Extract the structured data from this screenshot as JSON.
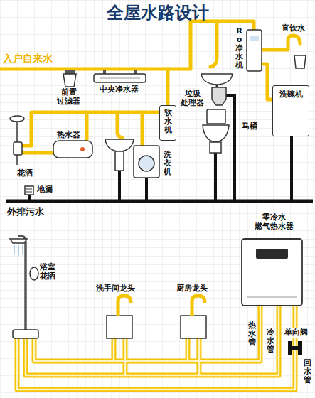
{
  "diagram": {
    "title": "全屋水路设计",
    "nodes": [
      {
        "text": [
          "软水机"
        ]
      },
      {
        "text": [
          "洗碗机"
        ]
      }
    ],
    "labels": [
      "入户自来水",
      "前置 过滤器",
      "中央净水器",
      "热水器",
      "花洒",
      "垃圾 处理器",
      "马桶",
      "Ro净水机",
      "直饮水",
      "洗衣机",
      "地漏",
      "外排污水",
      "浴室 花洒",
      "洗手间龙头",
      "厨房龙头",
      "零冷水 燃气热水器",
      "单向阀",
      "热水管",
      "冷水管",
      "回水管"
    ]
  }
}
